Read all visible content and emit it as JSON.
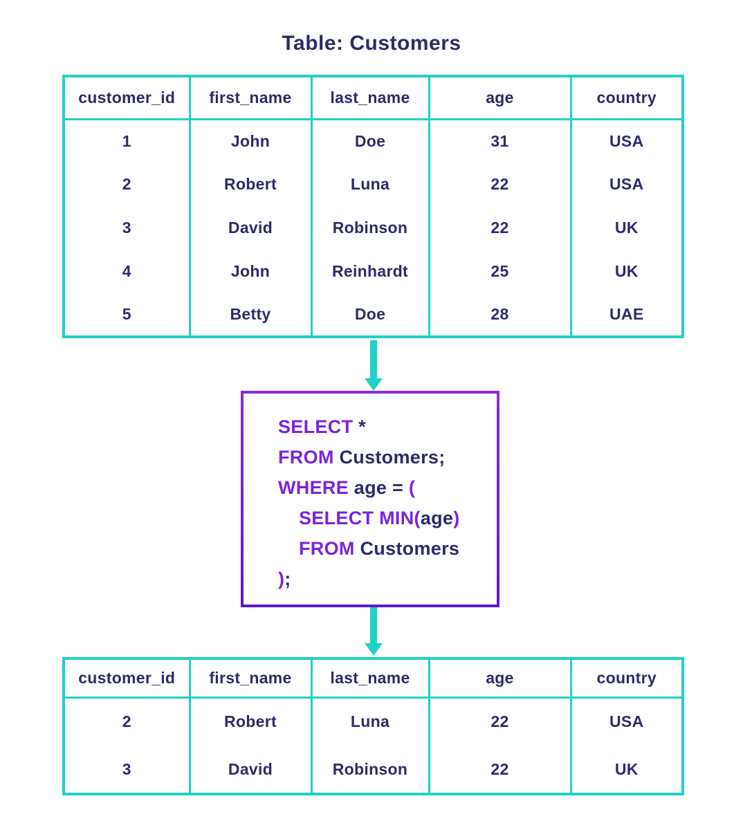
{
  "colors": {
    "teal": "#1fd2c6",
    "navy": "#2d2b6b",
    "purple": "#7b24dd",
    "box_grad_top": "#8a2be2",
    "box_grad_bottom": "#5a1ad8",
    "bg": "#ffffff"
  },
  "title": "Table: Customers",
  "source_table": {
    "columns": [
      "customer_id",
      "first_name",
      "last_name",
      "age",
      "country"
    ],
    "rows": [
      [
        "1",
        "John",
        "Doe",
        "31",
        "USA"
      ],
      [
        "2",
        "Robert",
        "Luna",
        "22",
        "USA"
      ],
      [
        "3",
        "David",
        "Robinson",
        "22",
        "UK"
      ],
      [
        "4",
        "John",
        "Reinhardt",
        "25",
        "UK"
      ],
      [
        "5",
        "Betty",
        "Doe",
        "28",
        "UAE"
      ]
    ]
  },
  "query": {
    "lines": [
      {
        "segments": [
          {
            "style": "kw",
            "text": "SELECT"
          },
          {
            "style": "plain",
            "text": " *"
          }
        ]
      },
      {
        "segments": [
          {
            "style": "kw",
            "text": "FROM"
          },
          {
            "style": "plain",
            "text": " Customers;"
          }
        ]
      },
      {
        "segments": [
          {
            "style": "kw",
            "text": "WHERE"
          },
          {
            "style": "plain",
            "text": " age = "
          },
          {
            "style": "kw",
            "text": "("
          }
        ]
      },
      {
        "segments": [
          {
            "style": "kw",
            "text": "SELECT MIN("
          },
          {
            "style": "plain",
            "text": "age"
          },
          {
            "style": "kw",
            "text": ")"
          }
        ]
      },
      {
        "segments": [
          {
            "style": "kw",
            "text": "FROM"
          },
          {
            "style": "plain",
            "text": " Customers"
          }
        ]
      },
      {
        "segments": [
          {
            "style": "kw",
            "text": ")"
          },
          {
            "style": "plain",
            "text": ";"
          }
        ]
      }
    ]
  },
  "result_table": {
    "columns": [
      "customer_id",
      "first_name",
      "last_name",
      "age",
      "country"
    ],
    "rows": [
      [
        "2",
        "Robert",
        "Luna",
        "22",
        "USA"
      ],
      [
        "3",
        "David",
        "Robinson",
        "22",
        "UK"
      ]
    ]
  }
}
